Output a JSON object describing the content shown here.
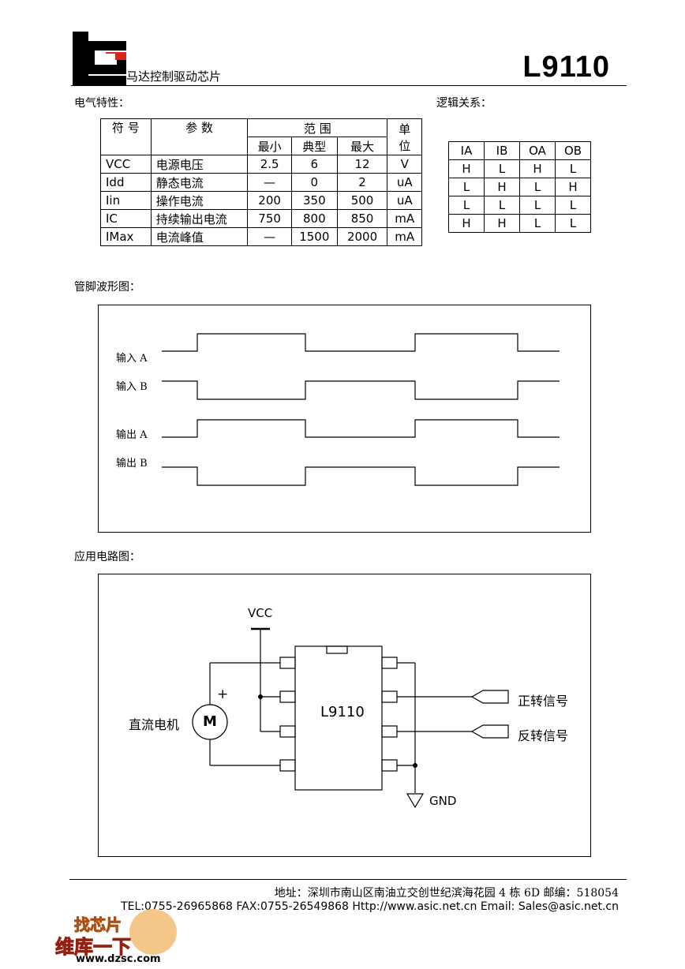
{
  "header": {
    "company": "马达控制驱动芯片",
    "model": "L9110"
  },
  "electrical": {
    "title": "电气特性：",
    "headers": {
      "symbol": "符 号",
      "param": "参 数",
      "range": "范 围",
      "unit": "单位",
      "unit_line1": "单",
      "unit_line2": "位",
      "min": "最小",
      "typ": "典型",
      "max": "最大"
    },
    "rows": [
      {
        "symbol": "VCC",
        "param": "电源电压",
        "min": "2.5",
        "typ": "6",
        "max": "12",
        "unit": "V"
      },
      {
        "symbol": "Idd",
        "param": "静态电流",
        "min": "—",
        "typ": "0",
        "max": "2",
        "unit": "uA"
      },
      {
        "symbol": "Iin",
        "param": "操作电流",
        "min": "200",
        "typ": "350",
        "max": "500",
        "unit": "uA"
      },
      {
        "symbol": "IC",
        "param": "持续输出电流",
        "min": "750",
        "typ": "800",
        "max": "850",
        "unit": "mA"
      },
      {
        "symbol": "IMax",
        "param": "电流峰值",
        "min": "—",
        "typ": "1500",
        "max": "2000",
        "unit": "mA"
      }
    ]
  },
  "logic": {
    "title": "逻辑关系：",
    "headers": [
      "IA",
      "IB",
      "OA",
      "OB"
    ],
    "rows": [
      [
        "H",
        "L",
        "H",
        "L"
      ],
      [
        "L",
        "H",
        "L",
        "H"
      ],
      [
        "L",
        "L",
        "L",
        "L"
      ],
      [
        "H",
        "H",
        "L",
        "L"
      ]
    ]
  },
  "waveform": {
    "title": "管脚波形图：",
    "labels": [
      "输入 A",
      "输入 B",
      "输出 A",
      "输出 B"
    ]
  },
  "circuit": {
    "title": "应用电路图：",
    "vcc": "VCC",
    "chip": "L9110",
    "motor_label": "直流电机",
    "motor_symbol": "M",
    "plus": "+",
    "forward": "正转信号",
    "reverse": "反转信号",
    "gnd": "GND"
  },
  "footer": {
    "address": "地址：深圳市南山区南油立交创世纪滨海花园 4 栋 6D    邮编：518054",
    "contact": "TEL:0755-26965868  FAX:0755-26549868  Http://www.asic.net.cn    Email:  Sales@asic.net.cn"
  },
  "watermark": {
    "line1": "找芯片",
    "line2": "维库一下",
    "url": "www.dzsc.com"
  },
  "colors": {
    "logo_red": "#d9261c",
    "watermark_orange": "#f08a1c",
    "watermark_red": "#e8401c"
  }
}
